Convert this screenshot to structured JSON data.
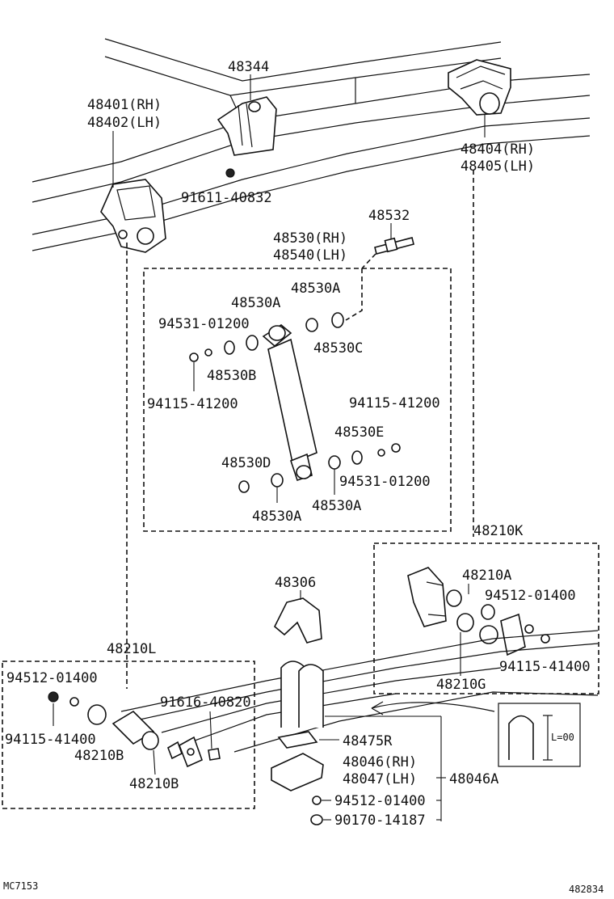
{
  "parts": {
    "p48344": "48344",
    "p48401": "48401(RH)",
    "p48402": "48402(LH)",
    "p48404": "48404(RH)",
    "p48405": "48405(LH)",
    "p91611": "91611-40832",
    "p48532": "48532",
    "p48530": "48530(RH)",
    "p48540": "48540(LH)",
    "p48530A_1": "48530A",
    "p48530A_2": "48530A",
    "p48530A_3": "48530A",
    "p48530A_4": "48530A",
    "p48530B": "48530B",
    "p48530C": "48530C",
    "p48530D": "48530D",
    "p48530E": "48530E",
    "p94531_1": "94531-01200",
    "p94531_2": "94531-01200",
    "p94115_1200a": "94115-41200",
    "p94115_1200b": "94115-41200",
    "p48210K": "48210K",
    "p48210A": "48210A",
    "p94512_a": "94512-01400",
    "p94115_1400a": "94115-41400",
    "p48210G": "48210G",
    "p48306": "48306",
    "p48210L": "48210L",
    "p94512_b": "94512-01400",
    "p94115_1400b": "94115-41400",
    "p48210B_1": "48210B",
    "p48210B_2": "48210B",
    "p91616": "91616-40820",
    "p48475R": "48475R",
    "p48046": "48046(RH)",
    "p48047": "48047(LH)",
    "p48046A": "48046A",
    "p94512_c": "94512-01400",
    "p90170": "90170-14187",
    "inset_label": "L=00",
    "code_left": "MC7153",
    "code_right": "482834"
  }
}
